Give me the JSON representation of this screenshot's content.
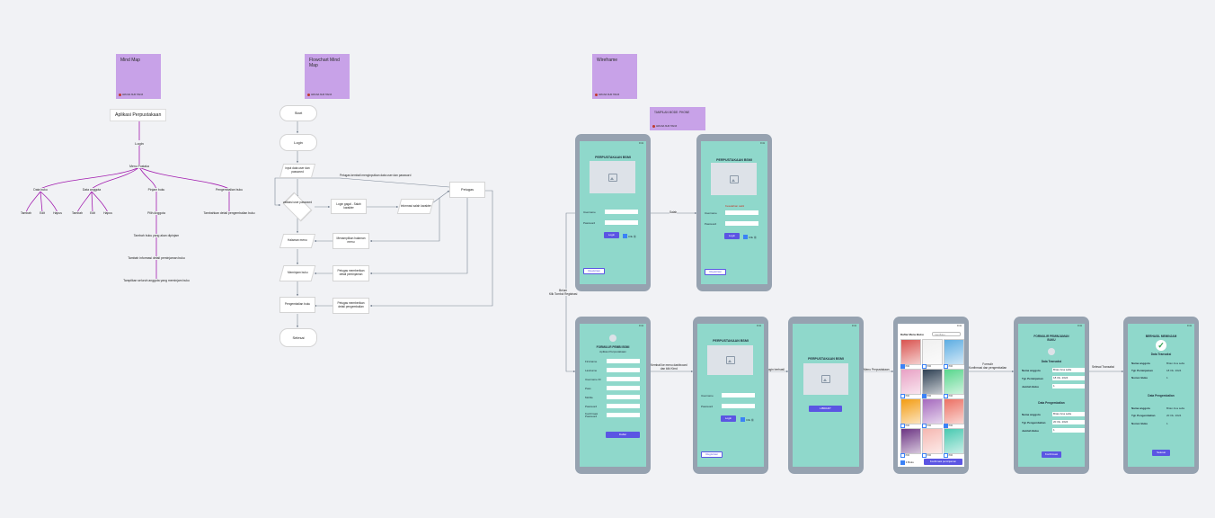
{
  "stickies": {
    "mindmap": {
      "title": "Mind Map",
      "author": "ARIANA NUR HAFIZ"
    },
    "flowchart": {
      "title": "Flowchart Mind Map",
      "author": "ARIANA NUR HAFIZ"
    },
    "wireframe": {
      "title": "Wireframe",
      "author": "ARIANA NUR HAFIZ"
    },
    "mode": {
      "title": "TAMPILAN MODE: PHONE",
      "author": "ARIANA NUR HAFIZ"
    }
  },
  "mindmap": {
    "root": "Aplikasi Perpustakaan",
    "login": "Login",
    "menu": "Menu Pustaka",
    "branches": [
      "Data buku",
      "Data anggota",
      "Pinjam buku",
      "Pengembalian buku"
    ],
    "buku_leaves": [
      "Tambah",
      "Edit",
      "Hapus"
    ],
    "anggota_leaves": [
      "Tambah",
      "Edit",
      "Hapus"
    ],
    "pinjam_chain": [
      "Pilih Anggota",
      "Tambah buku yang akan dipinjam",
      "Tambah informasi detail peminjaman buku",
      "Tampilkan seluruh anggota yang meminjam buku"
    ],
    "kembali_leaf": "Tambahkan detail pengembalian buku"
  },
  "flowchart": {
    "start": "Start",
    "login": "Login",
    "input": "input data user dan password",
    "validasi": "validasi user password",
    "gagal": "Login gagal - Salah karakter",
    "info": "informasi salah karakter",
    "petugas": "Petugas",
    "petugas_note": "Petugas kembali menginputkan data user dan password",
    "halaman": "Halaman menu",
    "menampilkan": "Menampilkan halaman menu",
    "meminjam": "Meminjam buku",
    "detail_pinjam": "Petugas memberikan detail peminjaman",
    "pengembalian": "Pengembalian buku",
    "detail_kembali": "Petugas memberikan detail pengembalian",
    "selesai": "Selesai"
  },
  "edges": {
    "salah": "Salah",
    "belum": "Belum",
    "belum2": "Klik Tombol Registrasi",
    "kembali": "Kembali ke menu dashboard",
    "kembali2": "dan klik Klmd",
    "login_berhasil": "Login berhasil",
    "menu_perpus": "Menu Perpustakaan",
    "formulir": "Formulir",
    "formulir2": "Konfirmasi dan pengembalian",
    "selesai": "Selesai Transaksi"
  },
  "screens": {
    "login1": {
      "status": "9:41",
      "title": "PERPUSTAKAAN BSMI",
      "user": "Username",
      "pass": "Password",
      "login": "Login",
      "check": "Clik Ⓜ",
      "reg": "Registrasi"
    },
    "login2": {
      "status": "9:41",
      "title": "PERPUSTAKAAN BSMI",
      "error": "Kesalahan sakti",
      "user": "Username",
      "pass": "Password",
      "login": "Login",
      "check": "Clik Ⓜ",
      "reg": "Registrasi"
    },
    "register": {
      "status": "9:41",
      "title": "FORMULIR PEMBI BSMI",
      "subtitle": "Aplikasi Perpustakaan",
      "fields": [
        "Firstname",
        "Lastname",
        "Username ID",
        "Pass",
        "Mobile",
        "Password",
        "Konfirmasi Password"
      ],
      "button": "Daftar"
    },
    "login3": {
      "status": "9:41",
      "title": "PERPUSTAKAAN BSMI",
      "user": "Username",
      "pass": "Password",
      "login": "Login",
      "check": "Clik Ⓜ",
      "reg": "Registrasi"
    },
    "library": {
      "status": "9:41",
      "title": "PERPUSTAKAAN BSMI",
      "button": "LIBRARY"
    },
    "books": {
      "status": "9:41",
      "title": "Daftar Menu Buku",
      "search": "Cari Buku",
      "caption": "Pilih",
      "footer_check": "3 Buku",
      "footer_btn": "Konfirmasi peminjaman",
      "cover_colors": [
        "#d9534f",
        "#f0f0f0",
        "#5dade2",
        "#e8a1c4",
        "#2e4053",
        "#58d68d",
        "#f39c12",
        "#a569bd",
        "#ec7063",
        "#6c3483",
        "#f5b7b1",
        "#48c9b0"
      ]
    },
    "loan": {
      "status": "9:41",
      "title": "FORMULIR PEMINJAMAN BUKU",
      "section1": "Data Transaksi",
      "rows1": [
        {
          "label": "Nama anggota",
          "value": "Brian Ana sella"
        },
        {
          "label": "Tgl. Peminjaman",
          "value": "18 Ok. 2024"
        },
        {
          "label": "Jumlah Buku",
          "value": "1"
        }
      ],
      "section2": "Data Pengembalian",
      "rows2": [
        {
          "label": "Nama anggota",
          "value": "Brian Ana sella"
        },
        {
          "label": "Tgl. Pengembalian",
          "value": "20 Ok. 2024"
        },
        {
          "label": "Jumlah Buku",
          "value": "1"
        }
      ],
      "button": "Konfirmasi"
    },
    "success": {
      "status": "9:41",
      "title": "BERHASIL MEMINJAM",
      "section1": "Data Transaksi",
      "rows1": [
        {
          "label": "Nama anggota",
          "value": "Brian Ana sella"
        },
        {
          "label": "Tgl. Peminjaman",
          "value": "18 Ok. 2024"
        },
        {
          "label": "Nomor Buku",
          "value": "1"
        }
      ],
      "section2": "Data Pengembalian",
      "rows2": [
        {
          "label": "Nama anggota",
          "value": "Brian Ana sella"
        },
        {
          "label": "Tgl. Pengembalian",
          "value": "20 Ok. 2024"
        },
        {
          "label": "Nomor Buku",
          "value": "1"
        }
      ],
      "button": "Selesai"
    }
  },
  "colors": {
    "sticky": "#c8a2e8",
    "mindmap_line": "#a21caf",
    "phone": "#96a2b0",
    "screen": "#8fd8cb",
    "button": "#5b55e3"
  }
}
